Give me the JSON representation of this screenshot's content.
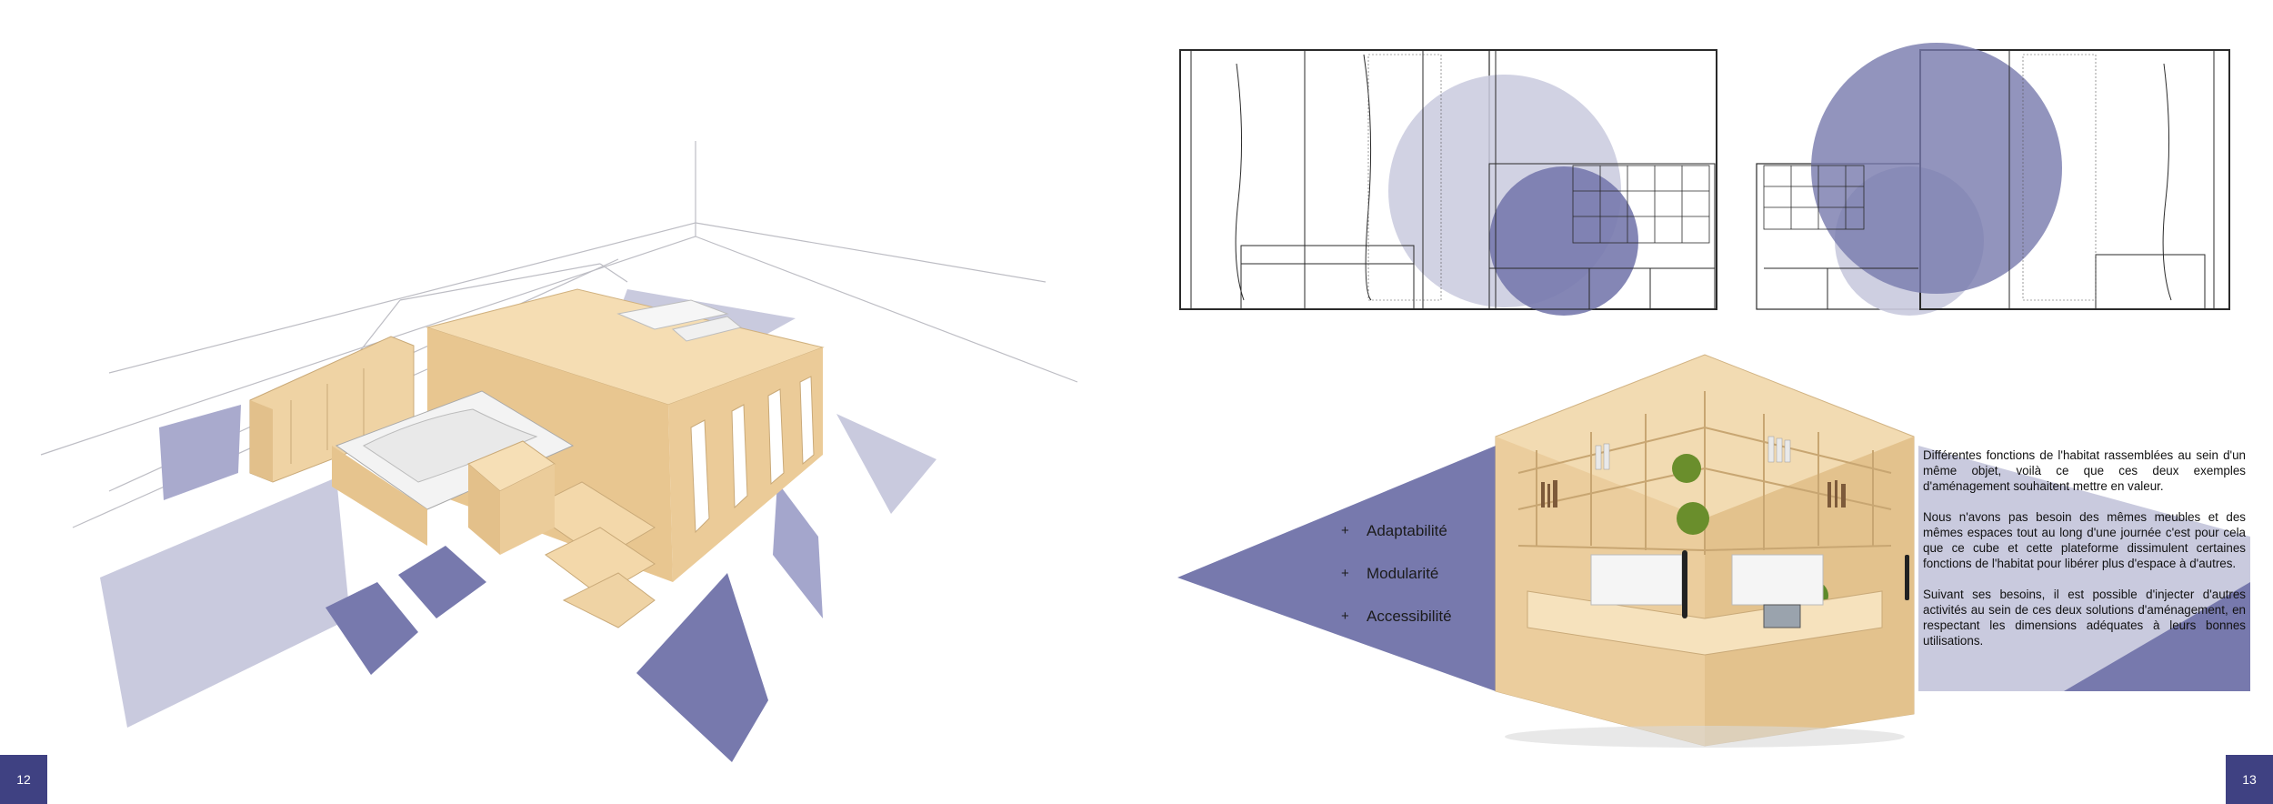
{
  "spread": {
    "left_page_number": "12",
    "right_page_number": "13"
  },
  "features": [
    {
      "bullet": "+",
      "label": "Adaptabilité"
    },
    {
      "bullet": "+",
      "label": "Modularité"
    },
    {
      "bullet": "+",
      "label": "Accessibilité"
    }
  ],
  "paragraphs": [
    "Différentes fonctions de l'habitat rassemblées au sein d'un même objet, voilà ce que ces deux exemples d'aménagement souhaitent mettre en valeur.",
    "Nous n'avons pas besoin des mêmes meubles et des mêmes espaces  tout au long d'une journée c'est pour cela que ce cube et cette plateforme dissimulent certaines fonctions de l'habitat pour libérer plus d'espace à d'autres.",
    "Suivant ses besoins, il est possible d'injecter d'autres activités au sein de ces deux solutions d'aménagement, en respectant les dimensions adéquates à leurs bonnes utilisations."
  ],
  "colors": {
    "accent_dark": "#3f4182",
    "accent_mid": "#7779ad",
    "accent_light": "#c9cade",
    "wood": "#f0d5a8",
    "line": "#2a2a2a"
  },
  "illustrations": {
    "left": "isometric-platform-bed-illustration",
    "right_top_1": "elevation-drawing-left",
    "right_top_2": "elevation-drawing-right",
    "right_bottom": "bookshelf-cube-photo"
  }
}
